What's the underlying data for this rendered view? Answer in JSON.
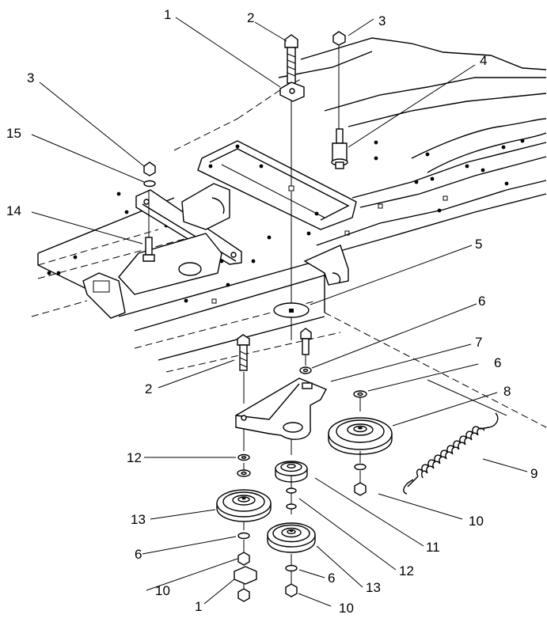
{
  "diagram": {
    "callouts": [
      {
        "id": "c1a",
        "label": "1"
      },
      {
        "id": "c2a",
        "label": "2"
      },
      {
        "id": "c3a",
        "label": "3"
      },
      {
        "id": "c3b",
        "label": "3"
      },
      {
        "id": "c4",
        "label": "4"
      },
      {
        "id": "c15",
        "label": "15"
      },
      {
        "id": "c14",
        "label": "14"
      },
      {
        "id": "c5",
        "label": "5"
      },
      {
        "id": "c6a",
        "label": "6"
      },
      {
        "id": "c7",
        "label": "7"
      },
      {
        "id": "c6b",
        "label": "6"
      },
      {
        "id": "c2b",
        "label": "2"
      },
      {
        "id": "c8",
        "label": "8"
      },
      {
        "id": "c9",
        "label": "9"
      },
      {
        "id": "c12a",
        "label": "12"
      },
      {
        "id": "c10a",
        "label": "10"
      },
      {
        "id": "c13a",
        "label": "13"
      },
      {
        "id": "c11",
        "label": "11"
      },
      {
        "id": "c6c",
        "label": "6"
      },
      {
        "id": "c12b",
        "label": "12"
      },
      {
        "id": "c10b",
        "label": "10"
      },
      {
        "id": "c6d",
        "label": "6"
      },
      {
        "id": "c13b",
        "label": "13"
      },
      {
        "id": "c1b",
        "label": "1"
      },
      {
        "id": "c10c",
        "label": "10"
      }
    ]
  }
}
